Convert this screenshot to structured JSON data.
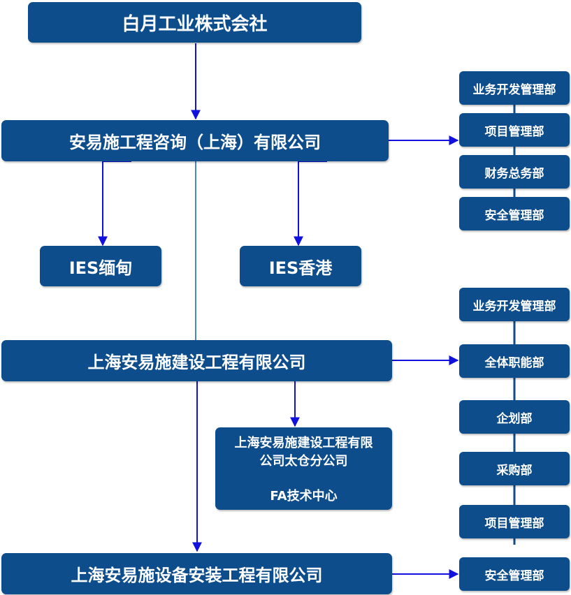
{
  "colors": {
    "box_fill": "#0e4d8c",
    "box_text": "#ffffff",
    "arrow": "#1111dd",
    "trunk_line": "#4a86c5",
    "dept_connector": "#0e4d8c"
  },
  "org": {
    "root": "白月工业株式会社",
    "shanghai_consulting": {
      "name": "安易施工程咨询（上海）有限公司",
      "departments": [
        "业务开发管理部",
        "项目管理部",
        "财务总务部",
        "安全管理部"
      ],
      "subsidiaries": [
        "IES缅甸",
        "IES香港"
      ]
    },
    "construction": {
      "name": "上海安易施建设工程有限公司",
      "departments": [
        "业务开发管理部",
        "全体职能部",
        "企划部",
        "采购部",
        "项目管理部"
      ],
      "branch": {
        "line1": "上海安易施建设工程有限",
        "line2": "公司太仓分公司",
        "line3": "FA技术中心"
      }
    },
    "installation": {
      "name": "上海安易施设备安装工程有限公司",
      "departments": [
        "安全管理部"
      ]
    }
  }
}
